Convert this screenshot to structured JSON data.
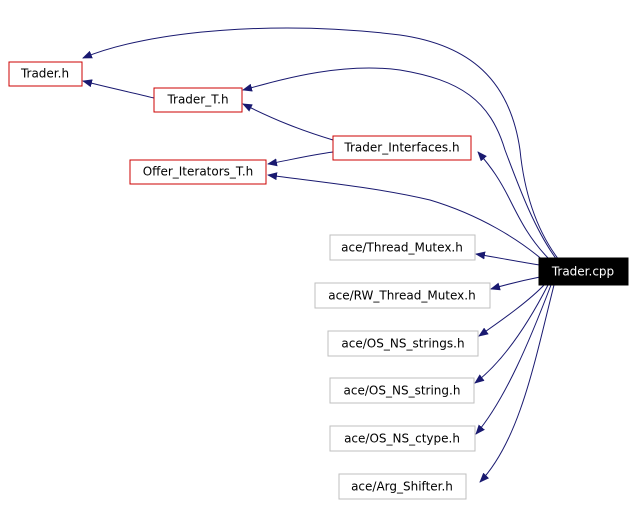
{
  "graph": {
    "nodes": [
      {
        "id": "trader_h",
        "label": "Trader.h",
        "style": "red"
      },
      {
        "id": "trader_t_h",
        "label": "Trader_T.h",
        "style": "red"
      },
      {
        "id": "trader_interfaces_h",
        "label": "Trader_Interfaces.h",
        "style": "red"
      },
      {
        "id": "offer_iterators_t_h",
        "label": "Offer_Iterators_T.h",
        "style": "red"
      },
      {
        "id": "thread_mutex_h",
        "label": "ace/Thread_Mutex.h",
        "style": "gray"
      },
      {
        "id": "rw_thread_mutex_h",
        "label": "ace/RW_Thread_Mutex.h",
        "style": "gray"
      },
      {
        "id": "os_ns_strings_h",
        "label": "ace/OS_NS_strings.h",
        "style": "gray"
      },
      {
        "id": "os_ns_string_h",
        "label": "ace/OS_NS_string.h",
        "style": "gray"
      },
      {
        "id": "os_ns_ctype_h",
        "label": "ace/OS_NS_ctype.h",
        "style": "gray"
      },
      {
        "id": "arg_shifter_h",
        "label": "ace/Arg_Shifter.h",
        "style": "gray"
      },
      {
        "id": "trader_cpp",
        "label": "Trader.cpp",
        "style": "root"
      }
    ],
    "edges": [
      {
        "from": "trader_cpp",
        "to": "trader_h"
      },
      {
        "from": "trader_cpp",
        "to": "trader_t_h"
      },
      {
        "from": "trader_cpp",
        "to": "trader_interfaces_h"
      },
      {
        "from": "trader_cpp",
        "to": "offer_iterators_t_h"
      },
      {
        "from": "trader_cpp",
        "to": "thread_mutex_h"
      },
      {
        "from": "trader_cpp",
        "to": "rw_thread_mutex_h"
      },
      {
        "from": "trader_cpp",
        "to": "os_ns_strings_h"
      },
      {
        "from": "trader_cpp",
        "to": "os_ns_string_h"
      },
      {
        "from": "trader_cpp",
        "to": "os_ns_ctype_h"
      },
      {
        "from": "trader_cpp",
        "to": "arg_shifter_h"
      },
      {
        "from": "trader_t_h",
        "to": "trader_h"
      },
      {
        "from": "trader_interfaces_h",
        "to": "trader_t_h"
      },
      {
        "from": "trader_interfaces_h",
        "to": "offer_iterators_t_h"
      }
    ]
  },
  "colors": {
    "edge": "#191970",
    "red_border": "#cc0000",
    "gray_border": "#bfbfbf",
    "root_fill": "#000000",
    "root_text": "#ffffff",
    "text": "#000000"
  }
}
